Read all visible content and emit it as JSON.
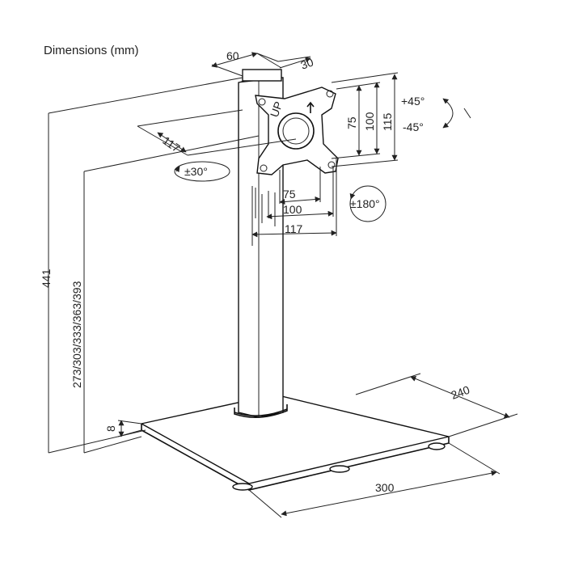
{
  "title": "Dimensions (mm)",
  "dimensions": {
    "post_width": "60",
    "post_depth": "30",
    "vesa_75": "75",
    "vesa_100": "100",
    "vesa_115": "115",
    "offset_117": "117",
    "tilt_up": "+45°",
    "tilt_down": "-45°",
    "swivel": "±30°",
    "rotate": "±180°",
    "plate_75": "75",
    "plate_100": "100",
    "plate_117": "117",
    "overall_height": "441",
    "adjustable_heights": "273/303/333/363/393",
    "base_thickness": "8",
    "base_depth": "240",
    "base_width": "300"
  },
  "colors": {
    "line": "#222222",
    "background": "#ffffff"
  }
}
